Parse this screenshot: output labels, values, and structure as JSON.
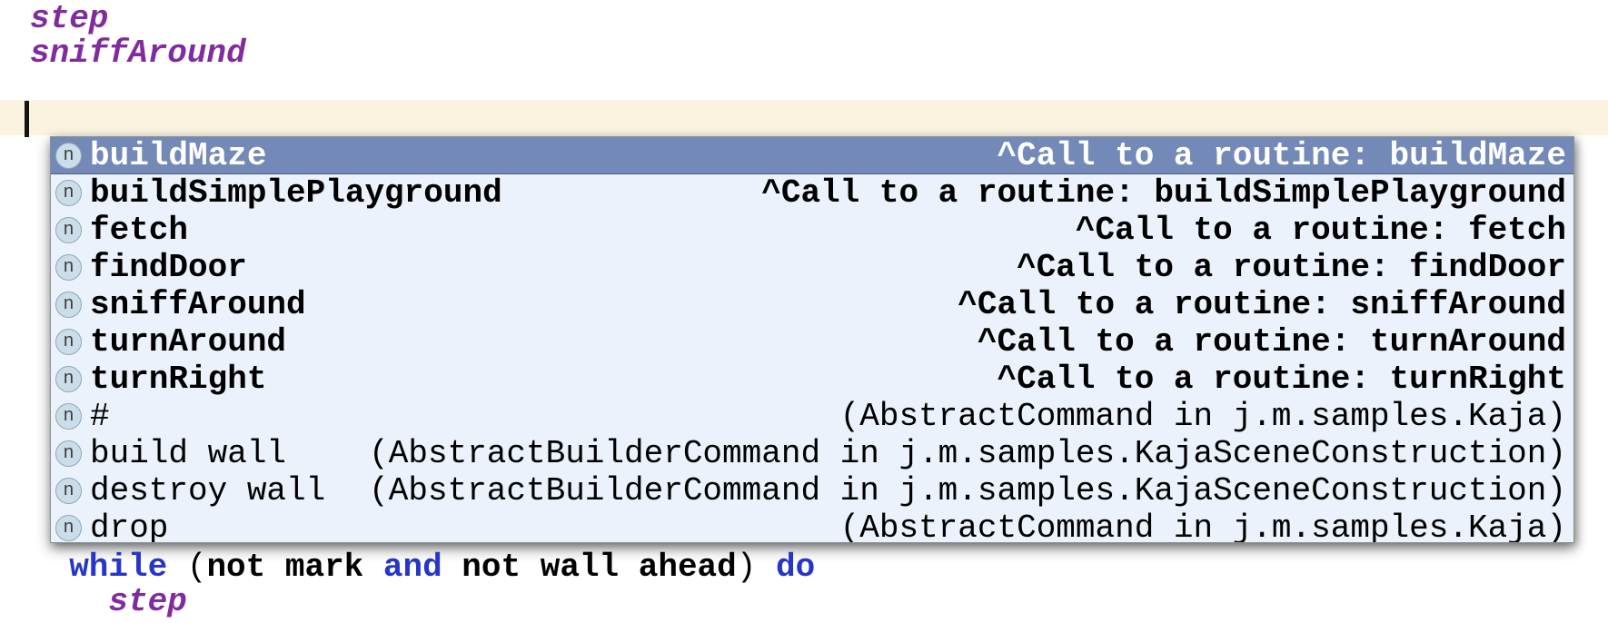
{
  "colors": {
    "selection-bg": "#7389b7",
    "popup-bg": "#ebf2fb",
    "line-highlight": "#faf3df",
    "keyword": "#2636c8",
    "routine": "#812c9e"
  },
  "editor": {
    "lines_above": [
      {
        "tokens": [
          {
            "text": "step",
            "style": "routine"
          }
        ]
      },
      {
        "tokens": [
          {
            "text": "sniffAround",
            "style": "routine"
          }
        ]
      }
    ],
    "lines_below": [
      {
        "tokens": [
          {
            "text": "  while",
            "style": "keyword"
          },
          {
            "text": " (",
            "style": "plain"
          },
          {
            "text": "not mark ",
            "style": "bold"
          },
          {
            "text": "and",
            "style": "keyword"
          },
          {
            "text": " not wall ahead",
            "style": "bold"
          },
          {
            "text": ") ",
            "style": "plain"
          },
          {
            "text": "do",
            "style": "keyword"
          }
        ]
      },
      {
        "tokens": [
          {
            "text": "    ",
            "style": "plain"
          },
          {
            "text": "step",
            "style": "routine"
          }
        ]
      }
    ]
  },
  "completion_popup": {
    "items": [
      {
        "icon": "n",
        "name": "buildMaze",
        "description": "^Call to a routine: buildMaze",
        "bold": true,
        "selected": true
      },
      {
        "icon": "n",
        "name": "buildSimplePlayground",
        "description": "^Call to a routine: buildSimplePlayground",
        "bold": true,
        "selected": false
      },
      {
        "icon": "n",
        "name": "fetch",
        "description": "^Call to a routine: fetch",
        "bold": true,
        "selected": false
      },
      {
        "icon": "n",
        "name": "findDoor",
        "description": "^Call to a routine: findDoor",
        "bold": true,
        "selected": false
      },
      {
        "icon": "n",
        "name": "sniffAround",
        "description": "^Call to a routine: sniffAround",
        "bold": true,
        "selected": false
      },
      {
        "icon": "n",
        "name": "turnAround",
        "description": "^Call to a routine: turnAround",
        "bold": true,
        "selected": false
      },
      {
        "icon": "n",
        "name": "turnRight",
        "description": "^Call to a routine: turnRight",
        "bold": true,
        "selected": false
      },
      {
        "icon": "n",
        "name": "#",
        "description": "(AbstractCommand in j.m.samples.Kaja)",
        "bold": false,
        "selected": false
      },
      {
        "icon": "n",
        "name": "build wall",
        "description": "(AbstractBuilderCommand in j.m.samples.KajaSceneConstruction)",
        "bold": false,
        "selected": false
      },
      {
        "icon": "n",
        "name": "destroy wall",
        "description": "(AbstractBuilderCommand in j.m.samples.KajaSceneConstruction)",
        "bold": false,
        "selected": false
      },
      {
        "icon": "n",
        "name": "drop",
        "description": "(AbstractCommand in j.m.samples.Kaja)",
        "bold": false,
        "selected": false
      }
    ]
  }
}
